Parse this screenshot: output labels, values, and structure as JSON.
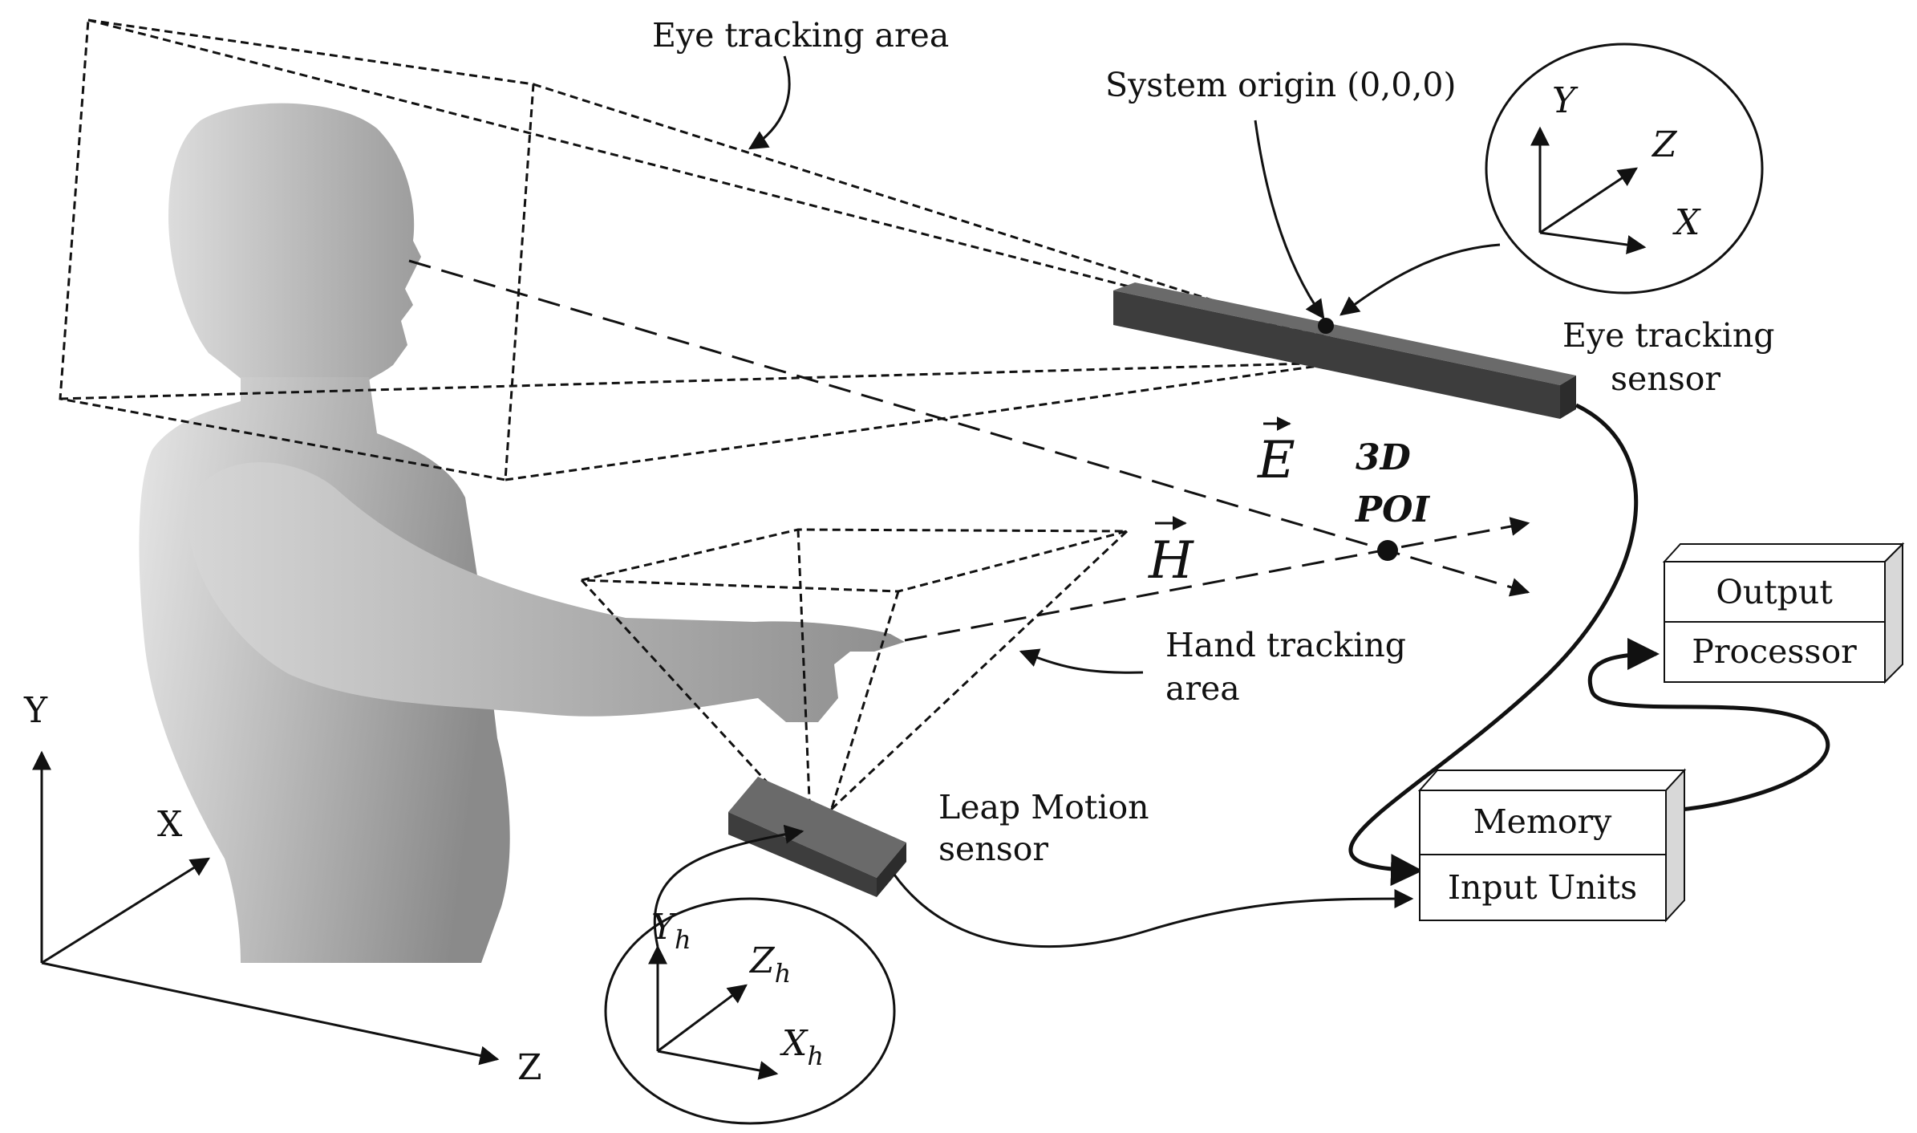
{
  "labels": {
    "eye_tracking_area": "Eye tracking area",
    "system_origin": "System origin (0,0,0)",
    "eye_tracking_sensor_line1": "Eye tracking",
    "eye_tracking_sensor_line2": "sensor",
    "vector_e": "E",
    "vector_h": "H",
    "poi_line1": "3D",
    "poi_line2": "POI",
    "hand_tracking_area_line1": "Hand tracking",
    "hand_tracking_area_line2": "area",
    "leap_motion_line1": "Leap Motion",
    "leap_motion_line2": "sensor"
  },
  "system_axes": {
    "y": "Y",
    "z": "Z",
    "x": "X"
  },
  "world_axes": {
    "y": "Y",
    "x": "X",
    "z": "Z"
  },
  "hand_axes": {
    "y": "Y",
    "y_sub": "h",
    "z": "Z",
    "z_sub": "h",
    "x": "X",
    "x_sub": "h"
  },
  "blocks": {
    "output": "Output",
    "processor": "Processor",
    "memory": "Memory",
    "input_units": "Input Units"
  },
  "colors": {
    "sensor_dark": "#3d3d3d",
    "sensor_light": "#6a6a6a",
    "silhouette_light": "#dedede",
    "silhouette_dark": "#8c8c8c",
    "block_side": "#d8d8d8",
    "ink": "#111111"
  }
}
